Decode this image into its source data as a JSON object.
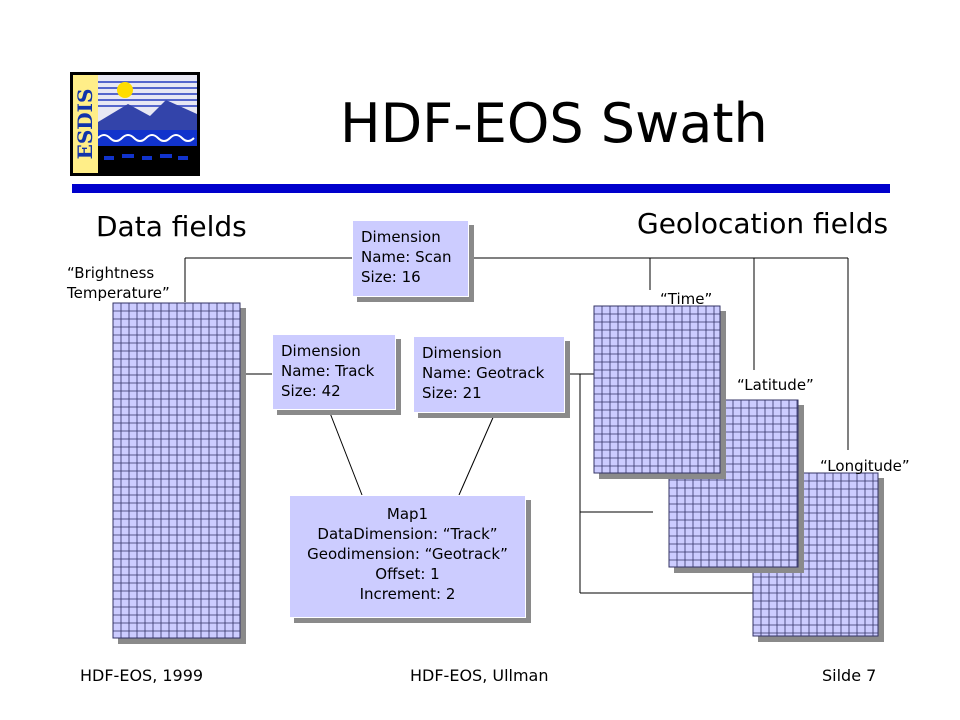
{
  "slide": {
    "title": "HDF-EOS Swath",
    "logo_text": "ESDIS"
  },
  "headings": {
    "data_fields": "Data fields",
    "geolocation_fields": "Geolocation fields"
  },
  "field_labels": {
    "brightness": "“Brightness\nTemperature”",
    "time": "“Time”",
    "latitude": "“Latitude”",
    "longitude": "“Longitude”"
  },
  "dimension_boxes": {
    "scan": [
      "Dimension",
      "Name: Scan",
      "Size: 16"
    ],
    "track": [
      "Dimension",
      "Name: Track",
      "Size: 42"
    ],
    "geotrack": [
      "Dimension",
      "Name: Geotrack",
      "Size: 21"
    ]
  },
  "map_box": [
    "Map1",
    "DataDimension: “Track”",
    "Geodimension: “Geotrack”",
    "Offset: 1",
    "Increment: 2"
  ],
  "footer": {
    "left": "HDF-EOS, 1999",
    "center": "HDF-EOS, Ullman",
    "right": "Silde 7"
  },
  "colors": {
    "title_rule": "#0000cc",
    "box_fill": "#ccccff",
    "grid_fill": "#ccccff",
    "grid_lines": "#333366",
    "shadow": "#8a8a8a"
  }
}
